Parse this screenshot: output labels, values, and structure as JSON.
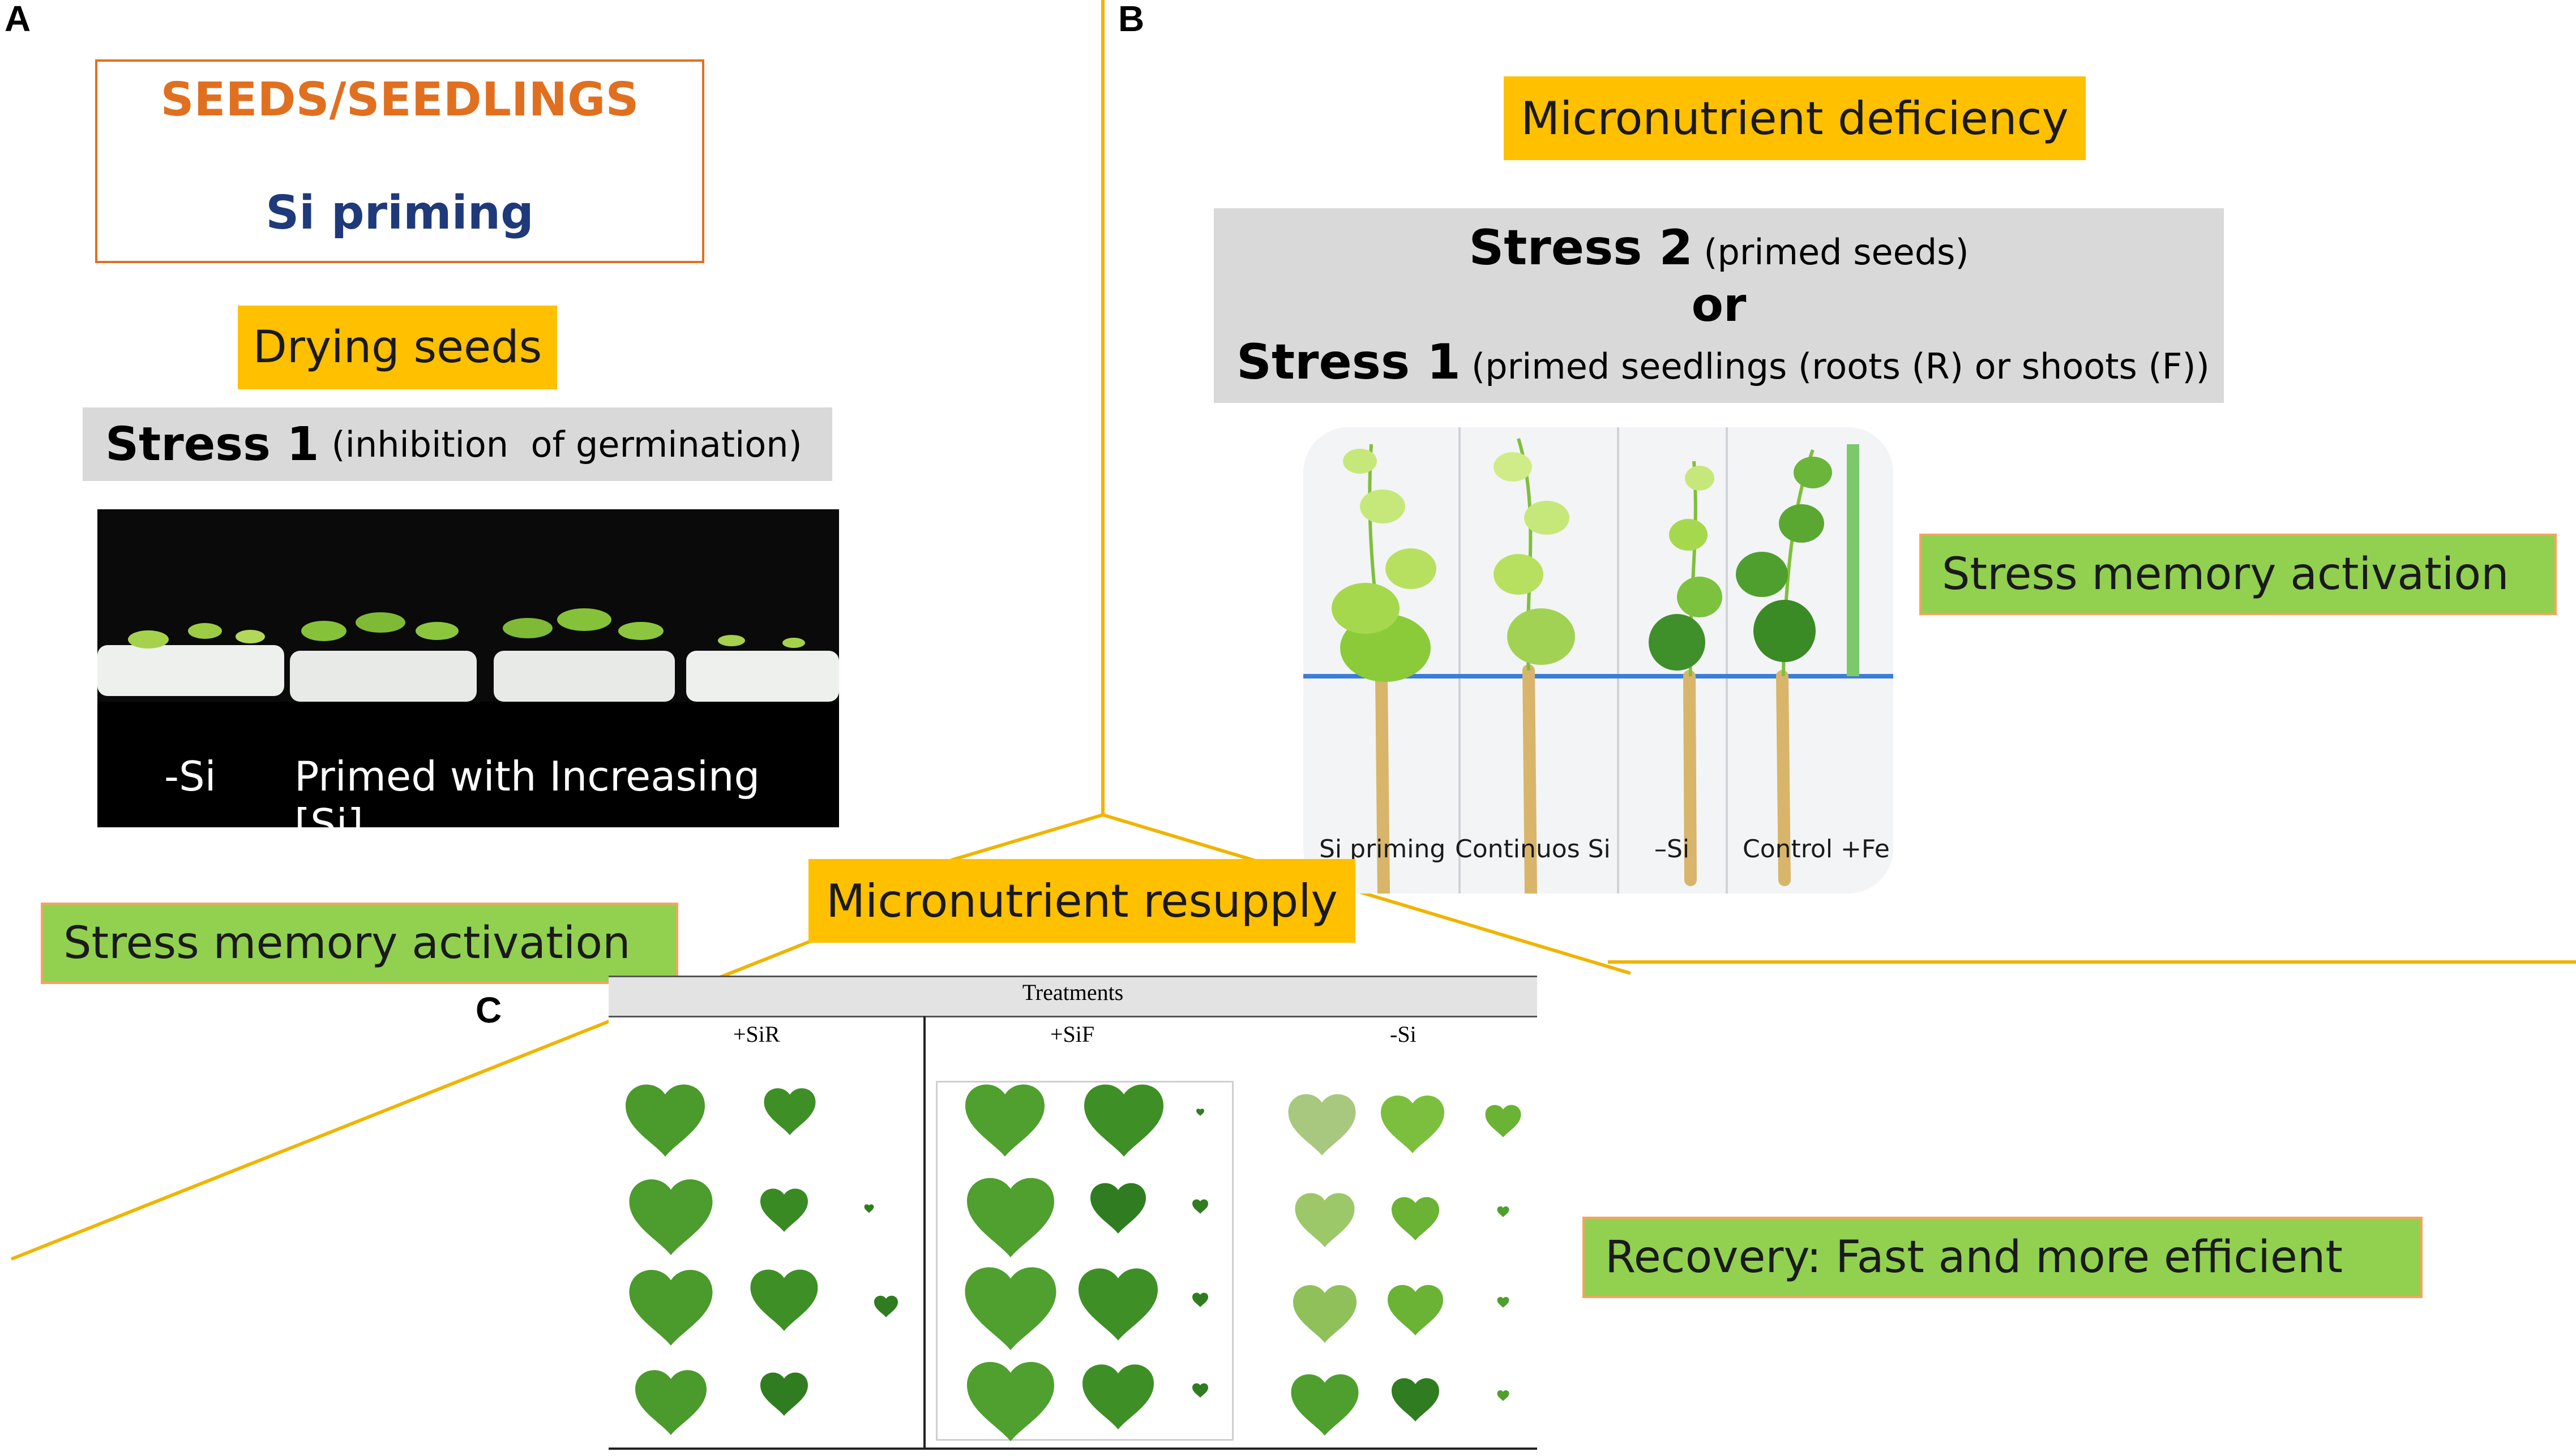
{
  "panel_a": {
    "letter": "A",
    "title_box": {
      "line1": "SEEDS/SEEDLINGS",
      "line2": "Si priming"
    },
    "drying": "Drying seeds",
    "stress": {
      "bold": "Stress 1",
      "rest": "(inhibition  of germination)"
    },
    "photo_caption": {
      "left": "-Si",
      "right": "Primed with Increasing [Si]"
    }
  },
  "panel_b": {
    "letter": "B",
    "deficiency": "Micronutrient deficiency",
    "stress": {
      "line1_bold": "Stress 2",
      "line1_rest": "(primed seeds)",
      "or": "or",
      "line3_bold": "Stress 1",
      "line3_rest": "(primed seedlings (roots (R) or shoots (F))"
    },
    "photo_labels": [
      "Si priming",
      "Continuos Si",
      "–Si",
      "Control +Fe"
    ],
    "memory": "Stress memory activation"
  },
  "panel_c": {
    "letter": "C",
    "resupply": "Micronutrient resupply",
    "memory": "Stress memory activation",
    "treatments_header": "Treatments",
    "columns": [
      "+SiR",
      "+SiF",
      "-Si"
    ],
    "recovery": "Recovery: Fast and more efficient"
  },
  "colors": {
    "orange": "#ffc000",
    "green": "#92d050",
    "grey": "#d9d9d9",
    "line": "#f0b400",
    "title_orange": "#e07020",
    "title_blue": "#1f3a7a"
  }
}
